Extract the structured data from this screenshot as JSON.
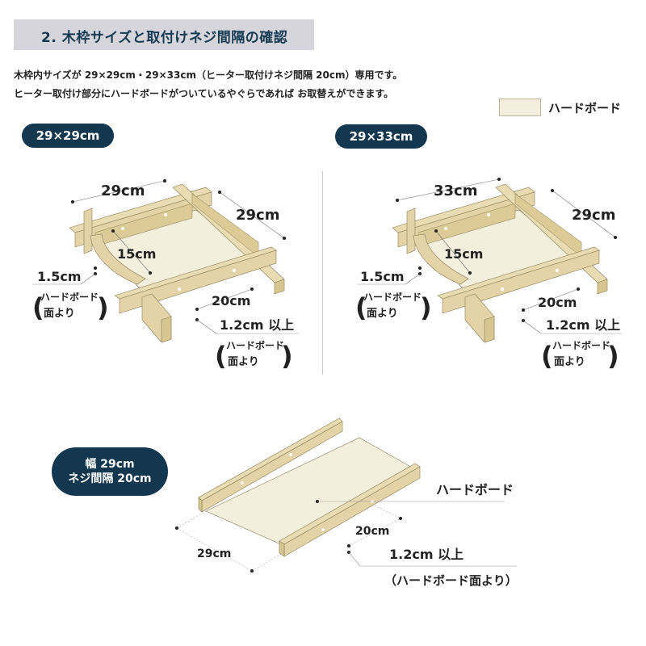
{
  "header": {
    "title": "2.  木枠サイズと取付けネジ間隔の確認"
  },
  "description": {
    "line1": "木枠内サイズが 29×29cm・29×33cm（ヒーター取付けネジ間隔 20cm）専用です。",
    "line2": "ヒーター取付け部分にハードボードがついているやぐらであれば お取替えができます。"
  },
  "legend": {
    "swatch_color": "#f4efdd",
    "label": "ハードボード"
  },
  "diagrams": [
    {
      "badge": "29×29cm",
      "width_label": "29cm",
      "depth_label": "29cm",
      "drop_label": "15cm",
      "screw_label": "20cm",
      "thickness_label": "1.5cm",
      "thickness_note_1": "ハードボード",
      "thickness_note_2": "面より",
      "clearance_label": "1.2cm 以上",
      "clearance_note_1": "ハードボード",
      "clearance_note_2": "面より"
    },
    {
      "badge": "29×33cm",
      "width_label": "33cm",
      "depth_label": "29cm",
      "drop_label": "15cm",
      "screw_label": "20cm",
      "thickness_label": "1.5cm",
      "thickness_note_1": "ハードボード",
      "thickness_note_2": "面より",
      "clearance_label": "1.2cm 以上",
      "clearance_note_1": "ハードボード",
      "clearance_note_2": "面より"
    }
  ],
  "board": {
    "badge_line1": "幅 29cm",
    "badge_line2": "ネジ間隔 20cm",
    "board_label": "ハードボード",
    "width_label": "29cm",
    "screw_label": "20cm",
    "clearance_label": "1.2cm 以上",
    "clearance_note": "（ハードボード面より）"
  },
  "colors": {
    "wood": "#e3d3a6",
    "wood_dark": "#cfbd8a",
    "board": "#f4efdd",
    "navy": "#13374f",
    "header_bg": "#d6d5dc"
  }
}
